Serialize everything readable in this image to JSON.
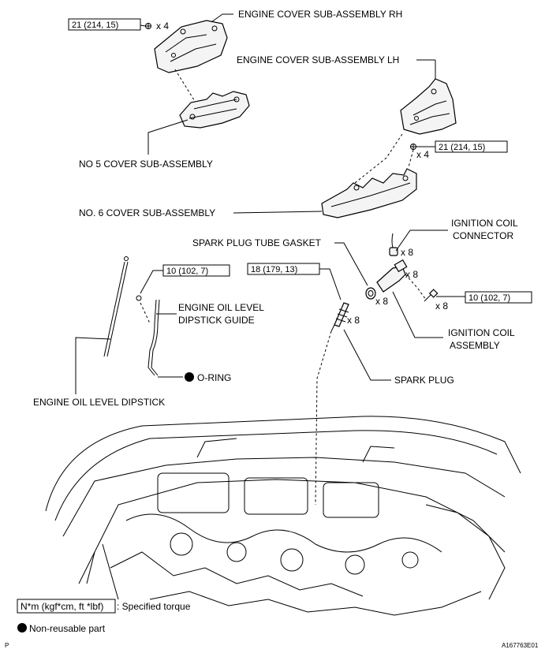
{
  "labels": {
    "cover_rh": "ENGINE COVER SUB-ASSEMBLY RH",
    "cover_lh": "ENGINE COVER SUB-ASSEMBLY LH",
    "no5_cover": "NO  5 COVER SUB-ASSEMBLY",
    "no6_cover": "NO. 6 COVER SUB-ASSEMBLY",
    "coil_connector_l1": "IGNITION COIL",
    "coil_connector_l2": "CONNECTOR",
    "tube_gasket": "SPARK PLUG TUBE GASKET",
    "dipstick_guide_l1": "ENGINE OIL LEVEL",
    "dipstick_guide_l2": "DIPSTICK GUIDE",
    "o_ring": "O-RING",
    "coil_assembly_l1": "IGNITION COIL",
    "coil_assembly_l2": "ASSEMBLY",
    "spark_plug": "SPARK PLUG",
    "dipstick": "ENGINE OIL LEVEL DIPSTICK"
  },
  "torques": {
    "rh_nut": "21 (214, 15)",
    "lh_nut": "21 (214, 15)",
    "guide_bolt": "10 (102, 7)",
    "spark_plug": "18 (179, 13)",
    "coil_bolt": "10 (102, 7)"
  },
  "quantities": {
    "rh_nut": "x 4",
    "lh_nut": "x 4",
    "coil_connector": "x 8",
    "coil_assembly": "x 8",
    "coil_bolt": "x 8",
    "tube_gasket": "x 8",
    "spark_plug": "x 8"
  },
  "legend": {
    "torque_box": "N*m (kgf*cm, ft *lbf)",
    "torque_text": ": Specified torque",
    "nonreusable_text": "Non-reusable part"
  },
  "footer": {
    "page_code": "P",
    "figure_id": "A167763E01"
  },
  "icons": {
    "nonreusable": "filled-circle-icon"
  }
}
